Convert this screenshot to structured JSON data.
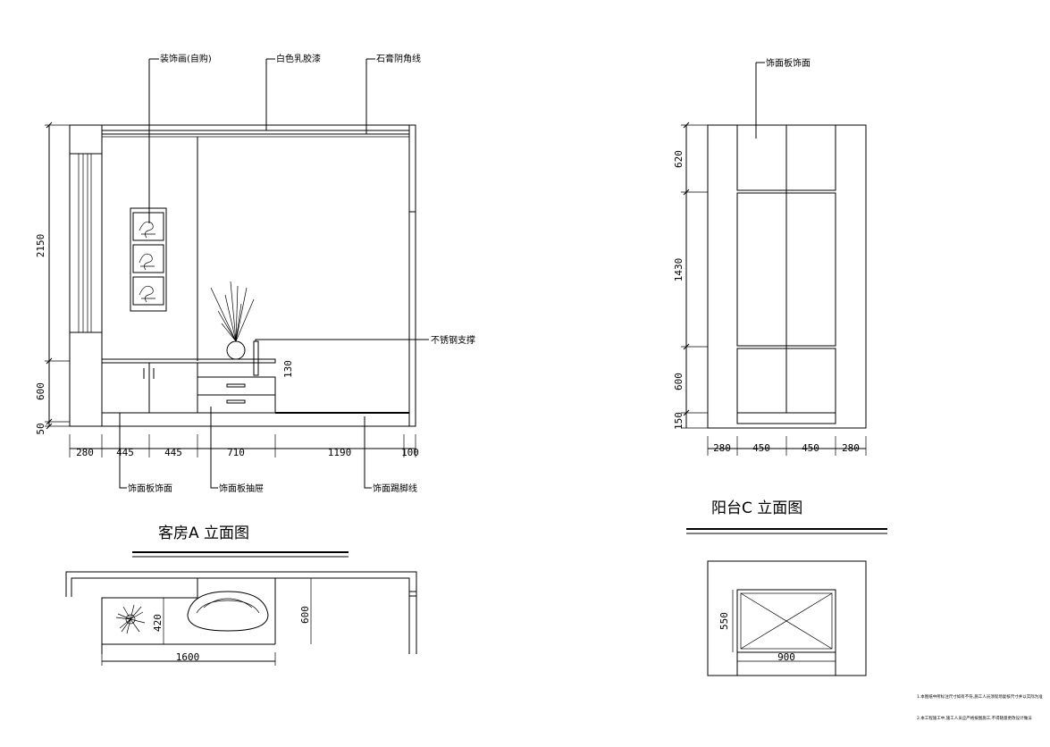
{
  "drawing_a": {
    "title": "客房A 立面图",
    "labels": {
      "decor_painting": "装饰画(自购)",
      "white_latex": "白色乳胶漆",
      "plaster_molding": "石膏阴角线",
      "stainless_support": "不锈钢支撑",
      "panel_finish": "饰面板饰面",
      "panel_drawer": "饰面板抽屉",
      "panel_skirting": "饰面踢脚线"
    },
    "dims_vertical": [
      "2150",
      "600",
      "50"
    ],
    "dims_horizontal": [
      "280",
      "445",
      "445",
      "710",
      "1190",
      "100"
    ],
    "dim_shelf": "130",
    "plan_dims": {
      "width": "1600",
      "depth1": "420",
      "depth2": "600"
    }
  },
  "drawing_c": {
    "title": "阳台C 立面图",
    "labels": {
      "panel_finish": "饰面板饰面"
    },
    "dims_vertical": [
      "620",
      "1430",
      "600",
      "150"
    ],
    "dims_horizontal": [
      "280",
      "450",
      "450",
      "280"
    ],
    "plan_dims": {
      "width": "900",
      "depth": "550"
    }
  },
  "notes": [
    "1.本图纸中所标注尺寸如有不符,施工人员须现场复核尺寸并以实际为准",
    "2.本工程施工中,施工人员应严格按图施工,不得随意更改设计做法"
  ]
}
